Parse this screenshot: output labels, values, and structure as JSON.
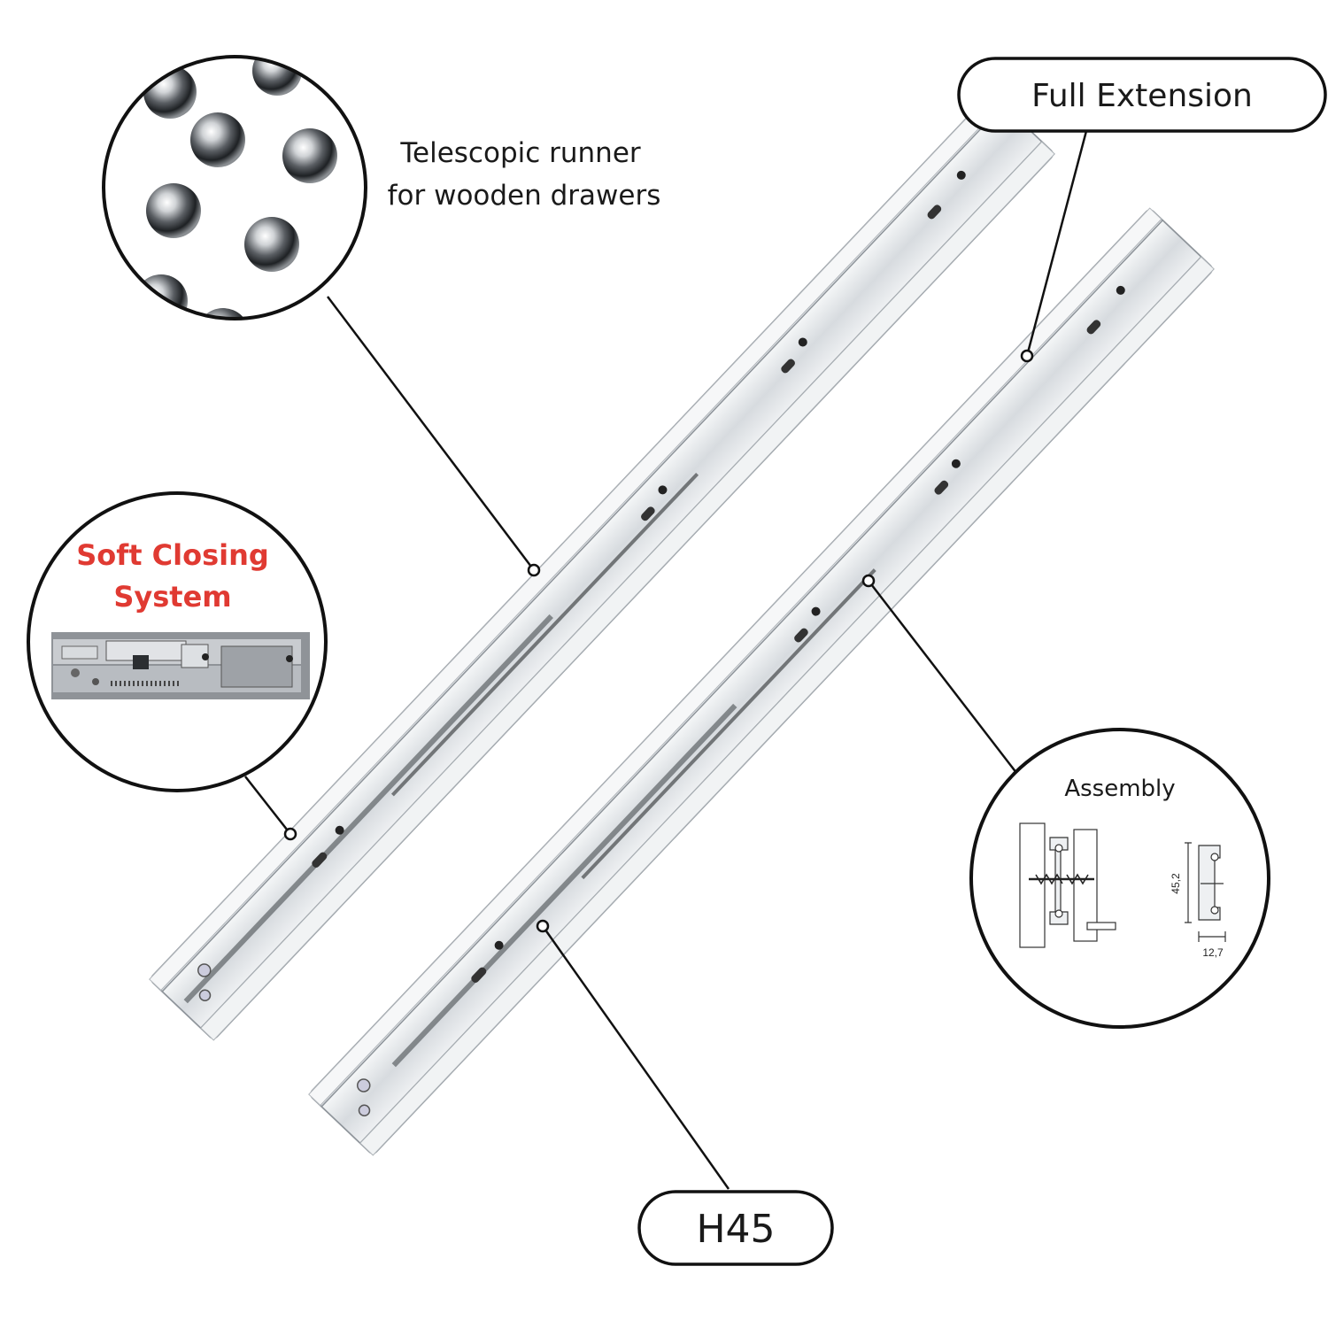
{
  "labels": {
    "full_extension": "Full Extension",
    "model": "H45",
    "caption_line1": "Telescopic runner",
    "caption_line2": "for wooden drawers",
    "soft_line1": "Soft Closing",
    "soft_line2": "System",
    "assembly": "Assembly",
    "dim_height": "45,2",
    "dim_width": "12,7"
  },
  "colors": {
    "accent_red": "#e03a32",
    "rail_metal": "#d9dde1",
    "outline": "#111111"
  },
  "icons": {
    "ball_bearings": "ball-bearings-closeup",
    "soft_close": "soft-close-mechanism-photo",
    "assembly": "assembly-cross-section-drawing"
  }
}
